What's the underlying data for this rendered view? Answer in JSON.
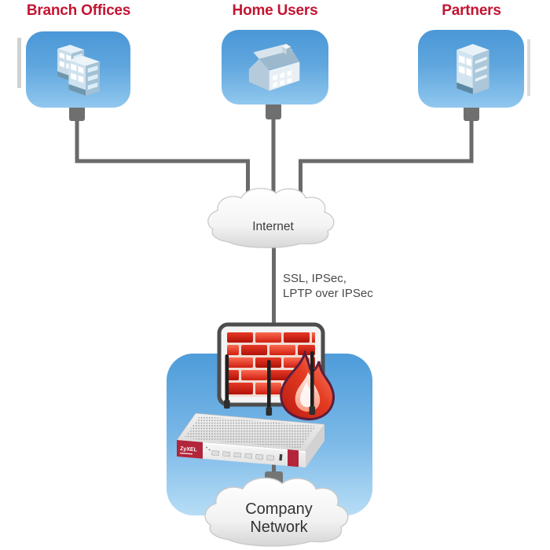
{
  "nodes": {
    "branch_offices": {
      "label": "Branch Offices",
      "icon": "office-buildings-icon"
    },
    "home_users": {
      "label": "Home Users",
      "icon": "house-icon"
    },
    "partners": {
      "label": "Partners",
      "icon": "office-tower-icon"
    },
    "internet_cloud": {
      "label": "Internet",
      "icon": "cloud-icon"
    },
    "firewall": {
      "icon": "firewall-brick-wall-flame-icon",
      "device_icon": "router-icon",
      "device_brand": "ZyXEL"
    },
    "company_network_cloud": {
      "label_line1": "Company",
      "label_line2": "Network",
      "icon": "cloud-icon"
    }
  },
  "connection_labels": {
    "vpn_line1": "SSL, IPSec,",
    "vpn_line2": "LPTP over IPSec"
  },
  "edges": [
    {
      "from": "branch_offices",
      "to": "internet_cloud"
    },
    {
      "from": "home_users",
      "to": "internet_cloud"
    },
    {
      "from": "partners",
      "to": "internet_cloud"
    },
    {
      "from": "internet_cloud",
      "to": "firewall",
      "label": "SSL, IPSec, LPTP over IPSec"
    },
    {
      "from": "firewall",
      "to": "company_network_cloud"
    }
  ],
  "colors": {
    "heading_red": "#c21532",
    "node_box_blue_top": "#4a97d7",
    "node_box_blue_bottom": "#90c7ee",
    "firewall_box_blue_bottom": "#b7ddf5",
    "connector_gray": "#6a6a6a",
    "brick_red": "#d9271a",
    "flame_red": "#d2281c",
    "device_accent_red": "#b2253b",
    "cloud_fill": "#ffffff",
    "cloud_shade": "#d8d8d8",
    "label_dark": "#3c3c3c"
  }
}
